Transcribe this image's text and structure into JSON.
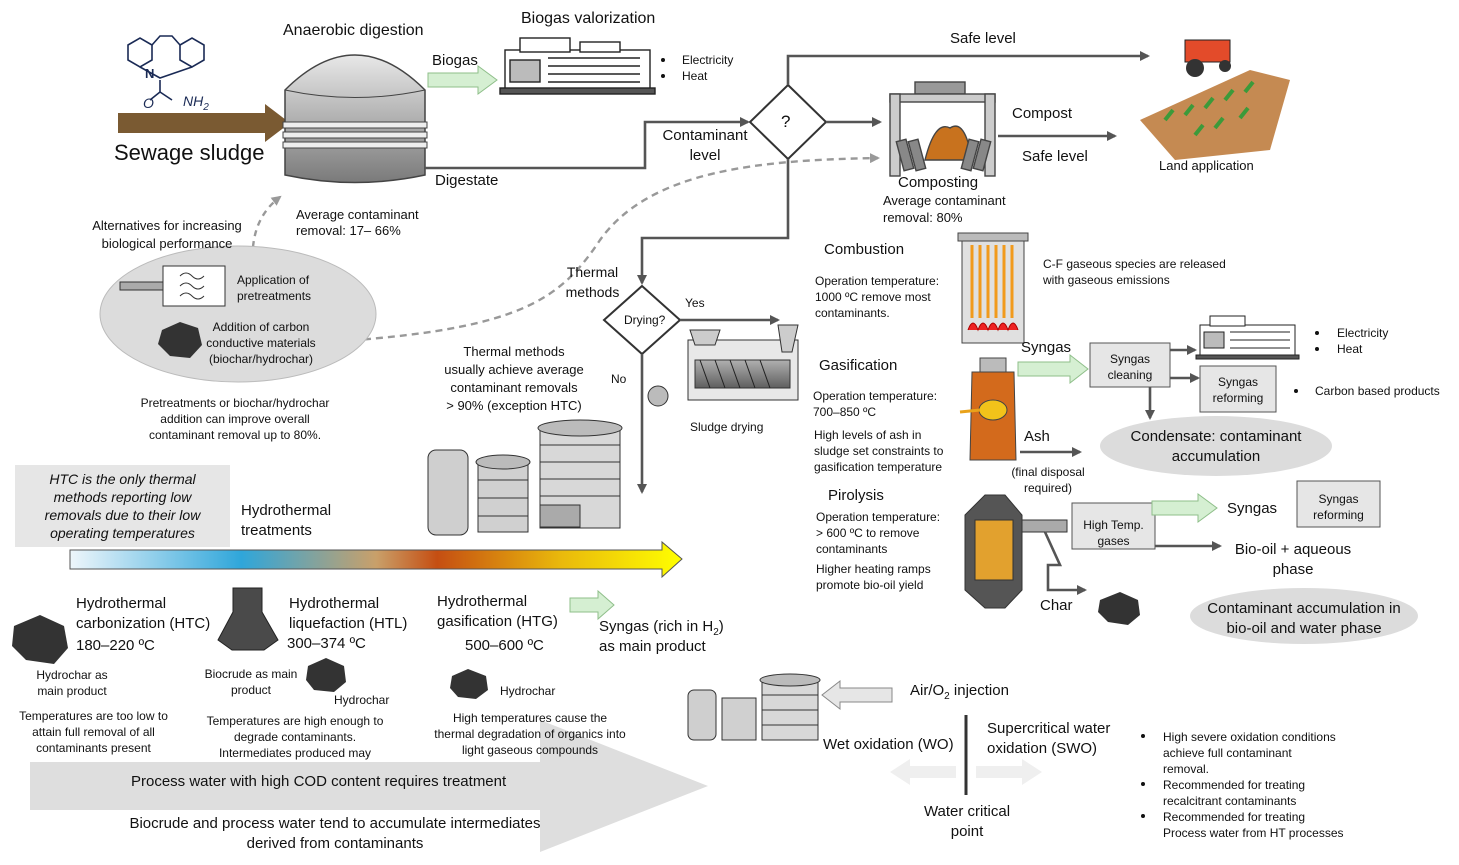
{
  "top": {
    "anaerobic_digestion": "Anaerobic digestion",
    "biogas_valorization": "Biogas valorization",
    "biogas": "Biogas",
    "electricity": "Electricity",
    "heat": "Heat",
    "sewage_sludge": "Sewage sludge",
    "nh2": "NH",
    "nh2_sub": "2",
    "o_label": "O",
    "n_label": "N",
    "digestate": "Digestate",
    "contaminant_level": "Contaminant\nlevel",
    "question": "?",
    "safe_level_top": "Safe level",
    "compost": "Compost",
    "safe_level_right": "Safe level",
    "composting": "Composting",
    "composting_removal": "Average contaminant\nremoval: 80%",
    "land_application": "Land application",
    "ad_removal": "Average contaminant\nremoval: 17– 66%"
  },
  "alternatives": {
    "header": "Alternatives for increasing\nbiological performance",
    "pretreatments": "Application of\npretreatments",
    "carbon": "Addition of carbon\nconductive materials\n(biochar/hydrochar)",
    "note": "Pretreatments or biochar/hydrochar\naddition can improve overall\ncontaminant removal up to 80%."
  },
  "thermal": {
    "thermal_methods": "Thermal\nmethods",
    "drying": "Drying?",
    "yes": "Yes",
    "no": "No",
    "summary": "Thermal methods\nusually achieve average\ncontaminant removals\n> 90% (exception HTC)",
    "sludge_drying": "Sludge drying"
  },
  "combustion": {
    "title": "Combustion",
    "op": "Operation temperature:\n1000 ºC remove most\ncontaminants.",
    "gas_note": "C-F gaseous species are released\nwith gaseous emissions"
  },
  "gasification": {
    "title": "Gasification",
    "op": "Operation temperature:\n700–850 ºC",
    "ash_note": "High levels of ash in\nsludge set constraints to\ngasification temperature",
    "syngas": "Syngas",
    "syngas_cleaning": "Syngas\ncleaning",
    "syngas_reforming": "Syngas\nreforming",
    "electricity": "Electricity",
    "heat": "Heat",
    "carbon_products": "Carbon based products",
    "ash": "Ash",
    "final_disposal": "(final disposal\nrequired)",
    "condensate": "Condensate: contaminant\naccumulation"
  },
  "pyrolysis": {
    "title": "Pirolysis",
    "op": "Operation temperature:\n> 600 ºC to remove\ncontaminants",
    "ramps": "Higher heating ramps\npromote bio-oil yield",
    "high_temp": "High Temp.\ngases",
    "syngas": "Syngas",
    "syngas_reforming": "Syngas\nreforming",
    "biooil": "Bio-oil + aqueous\nphase",
    "char": "Char",
    "accumulation": "Contaminant accumulation in\nbio-oil and water phase"
  },
  "hydrothermal": {
    "htc_note": "HTC is the only thermal\nmethods reporting low\nremovals due to their low\noperating temperatures",
    "treatments": "Hydrothermal\ntreatments",
    "htc_title": "Hydrothermal\ncarbonization (HTC)",
    "htc_temp": "180–220 ºC",
    "htc_product": "Hydrochar as\nmain product",
    "htc_note2": "Temperatures are too low to\nattain full removal of all\ncontaminants present",
    "htl_title": "Hydrothermal\nliquefaction (HTL)",
    "htl_temp": "300–374 ºC",
    "htl_product": "Biocrude as main\nproduct",
    "htl_hydrochar": "Hydrochar",
    "htl_note": "Temperatures are high enough to\ndegrade contaminants.\nIntermediates produced may",
    "htg_title": "Hydrothermal\ngasification (HTG)",
    "htg_temp": "500–600 ºC",
    "htg_hydrochar": "Hydrochar",
    "htg_note": "High temperatures cause the\nthermal degradation of organics into\nlight gaseous compounds",
    "syngas_main": "Syngas (rich in H",
    "syngas_sub": "2",
    "syngas_end": ")",
    "syngas_main2": "as main product",
    "process_water": "Process water with high COD content requires treatment",
    "biocrude_note": "Biocrude and process water tend to accumulate intermediates\nderived from contaminants"
  },
  "oxidation": {
    "air": "Air/O",
    "air_sub": "2",
    "air_end": " injection",
    "wo": "Wet oxidation (WO)",
    "swo": "Supercritical water\noxidation (SWO)",
    "critical": "Water critical\npoint",
    "b1": "High severe oxidation conditions\nachieve full contaminant\nremoval.",
    "b2": "Recommended for treating\nrecalcitrant contaminants",
    "b3": "Recommended for treating\nProcess water from HT processes"
  },
  "colors": {
    "brown_arrow": "#7a5a32",
    "green_arrow": "#d5efd2",
    "grey_fill": "#dcdcdc",
    "line": "#555555",
    "gradient": [
      "#d6ecf7",
      "#2aa8dd",
      "#d8761c",
      "#c9470f",
      "#f0d500",
      "#ffff00"
    ]
  }
}
